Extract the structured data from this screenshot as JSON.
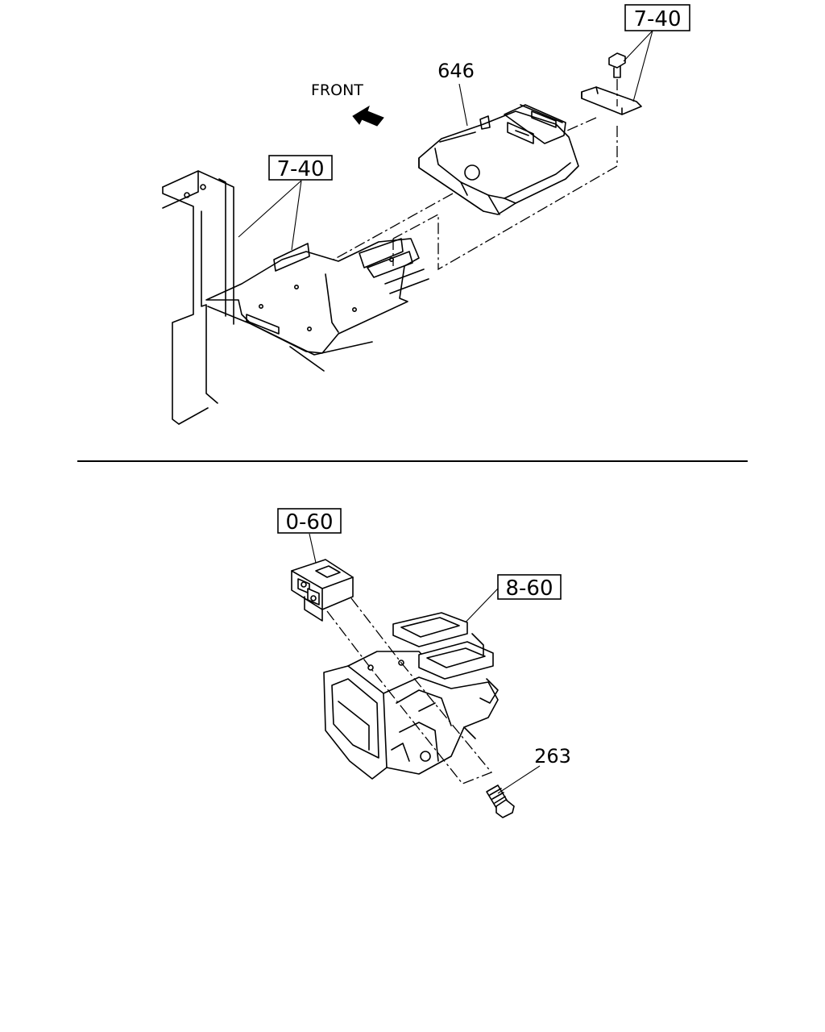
{
  "diagram": {
    "front_label": "FRONT",
    "labels": {
      "ref_top_right": "7-40",
      "part_646": "646",
      "ref_left": "7-40",
      "ref_0_60": "0-60",
      "ref_8_60": "8-60",
      "part_263": "263"
    }
  }
}
